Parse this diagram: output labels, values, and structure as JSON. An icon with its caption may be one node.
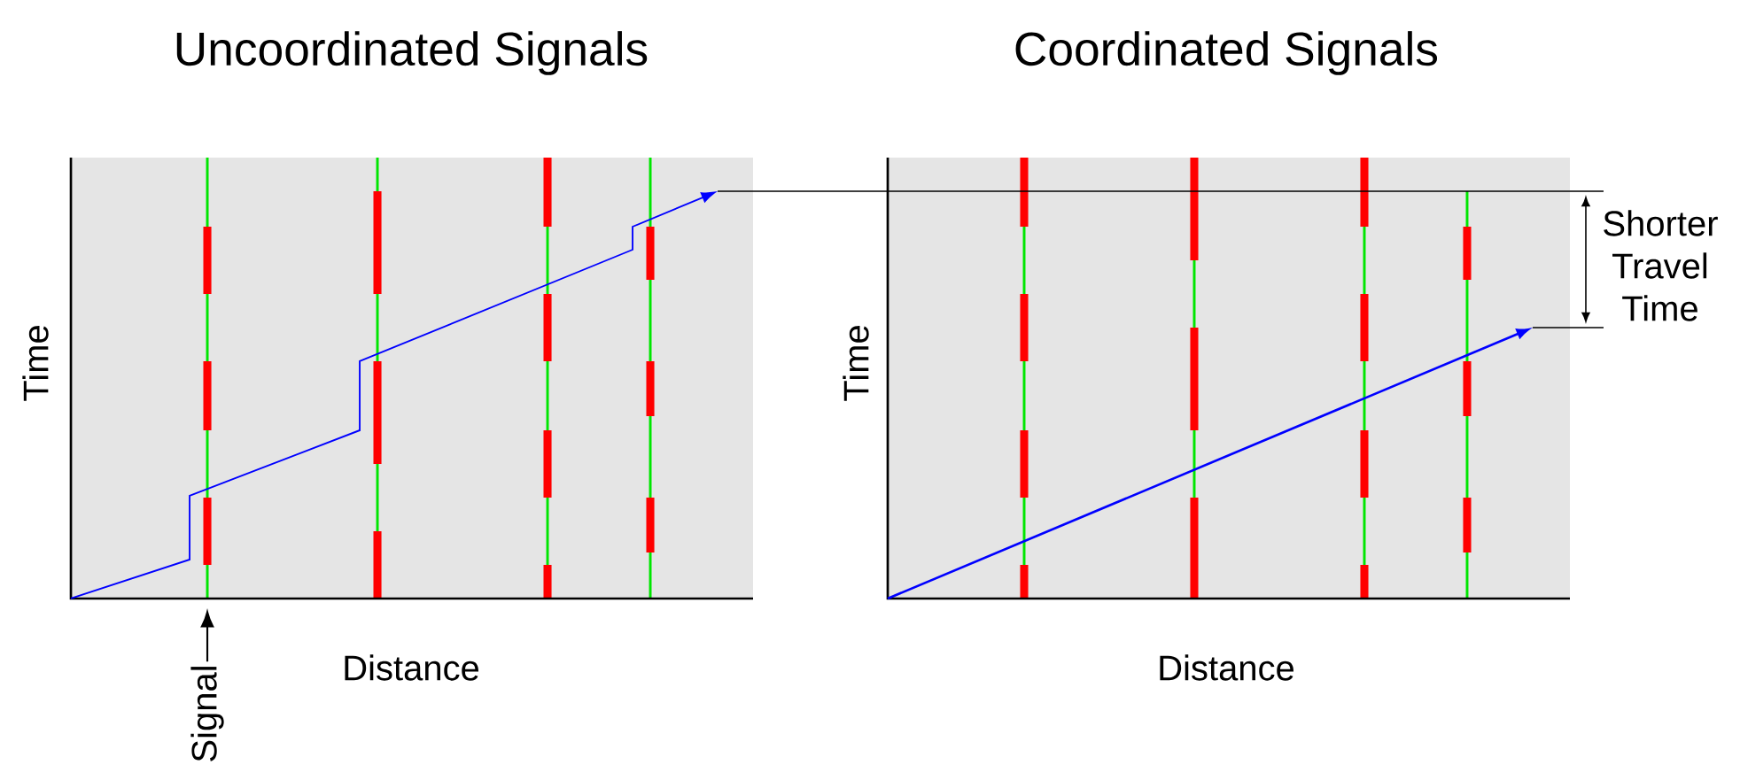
{
  "diagram": {
    "nodes": [
      {
        "text": [
          "Signal"
        ]
      },
      {
        "text": [],
        "shape": "bar"
      }
    ],
    "edges": [
      {
        "from": 0,
        "to": 1,
        "arrow": "to"
      }
    ],
    "labels": [
      "Uncoordinated Signals",
      "Coordinated Signals",
      "Time",
      "Distance",
      "Time",
      "Distance",
      "Shorter Travel Time"
    ]
  }
}
